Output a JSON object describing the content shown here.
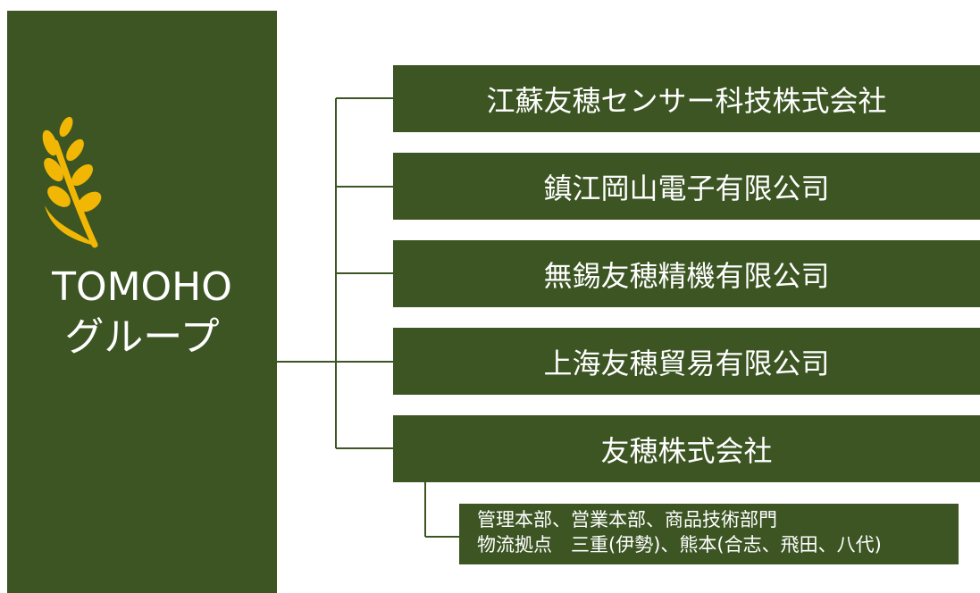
{
  "group": {
    "name_line1": "TOMOHO",
    "name_line2": "グループ"
  },
  "companies": [
    {
      "name": "江蘇友穂センサー科技株式会社"
    },
    {
      "name": "鎮江岡山電子有限公司"
    },
    {
      "name": "無錫友穂精機有限公司"
    },
    {
      "name": "上海友穂貿易有限公司"
    },
    {
      "name": "友穂株式会社"
    }
  ],
  "sub_unit": {
    "line1": "管理本部、営業本部、商品技術部門",
    "line2": "物流拠点　三重(伊勢)、熊本(合志、飛田、八代)"
  },
  "colors": {
    "box_fill": "#3c5523",
    "logo_gold": "#f2b705",
    "line_color": "#3c5523",
    "text": "#ffffff"
  },
  "icons": {
    "logo": "wheat-ear-icon"
  }
}
